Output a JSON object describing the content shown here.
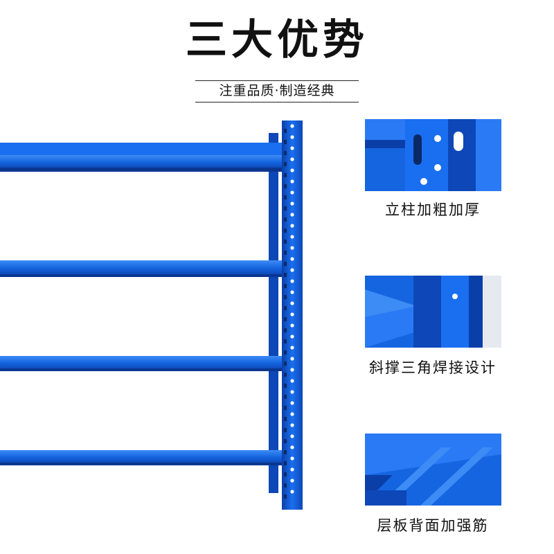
{
  "header": {
    "title": "三大优势",
    "subtitle": "注重品质·制造经典"
  },
  "features": [
    {
      "label": "立柱加粗加厚",
      "image_icon": "upright-post-detail"
    },
    {
      "label": "斜撑三角焊接设计",
      "image_icon": "triangle-brace-detail"
    },
    {
      "label": "层板背面加强筋",
      "image_icon": "shelf-rib-detail"
    }
  ],
  "colors": {
    "primary_blue": "#1565e0",
    "dark_blue": "#0b3fa8",
    "light_blue": "#3d8bf5",
    "background": "#ffffff"
  }
}
